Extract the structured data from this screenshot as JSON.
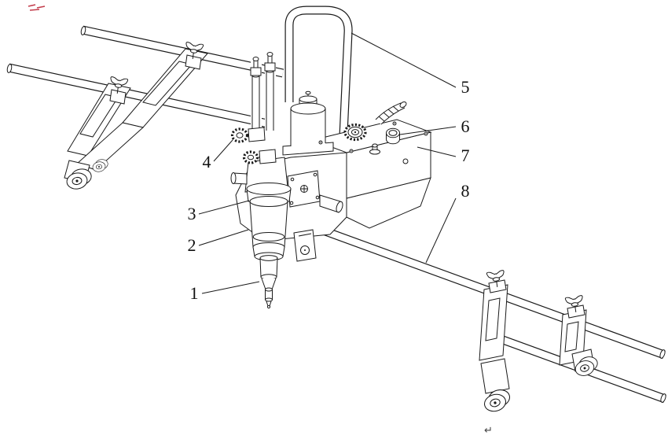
{
  "figure": {
    "callouts": [
      {
        "id": "callout-1",
        "label": "1"
      },
      {
        "id": "callout-2",
        "label": "2"
      },
      {
        "id": "callout-3",
        "label": "3"
      },
      {
        "id": "callout-4",
        "label": "4"
      },
      {
        "id": "callout-5",
        "label": "5"
      },
      {
        "id": "callout-6",
        "label": "6"
      },
      {
        "id": "callout-7",
        "label": "7"
      },
      {
        "id": "callout-8",
        "label": "8"
      }
    ],
    "corner_marks": {
      "bottom_right": "↵"
    },
    "colors": {
      "line": "#1a1a1a",
      "watermark": "#c23b4a",
      "background": "#ffffff"
    }
  }
}
